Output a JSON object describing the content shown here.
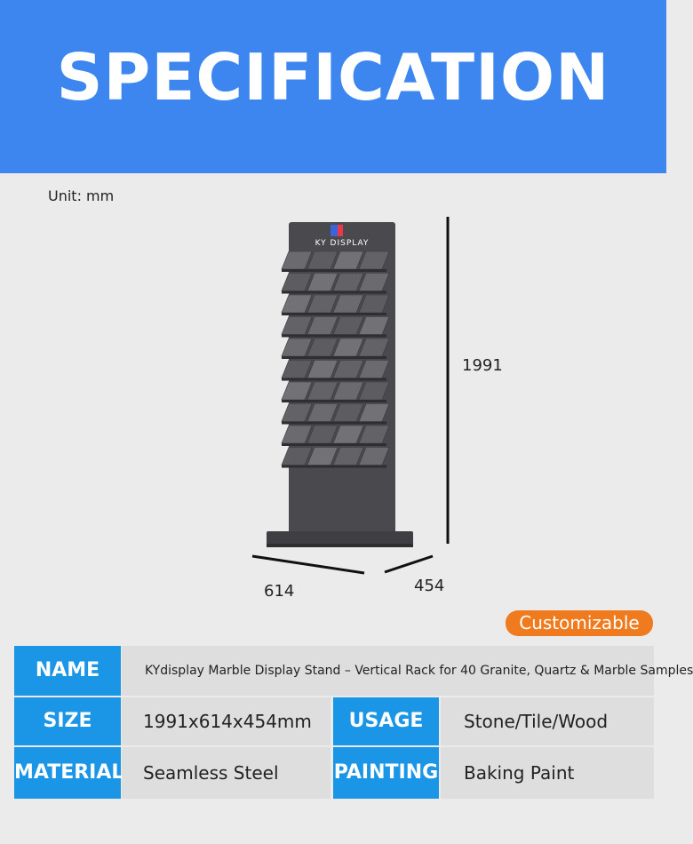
{
  "header": {
    "title": "SPECIFICATION"
  },
  "diagram": {
    "unit_label": "Unit: mm",
    "height_dim": "1991",
    "width_dim": "614",
    "depth_dim": "454",
    "logo_text": "KY DISPLAY"
  },
  "badge": {
    "label": "Customizable"
  },
  "specs": {
    "name_label": "NAME",
    "name_value": "KYdisplay Marble Display Stand – Vertical Rack for 40 Granite, Quartz & Marble Samples",
    "size_label": "SIZE",
    "size_value": "1991x614x454mm",
    "usage_label": "USAGE",
    "usage_value": "Stone/Tile/Wood",
    "material_label": "MATERIAL",
    "material_value": "Seamless Steel",
    "painting_label": "PAINTING",
    "painting_value": "Baking Paint"
  },
  "colors": {
    "header": "#3d86f0",
    "label_cell": "#1b96e6",
    "badge": "#f07b1e",
    "value_cell": "#dedede"
  }
}
